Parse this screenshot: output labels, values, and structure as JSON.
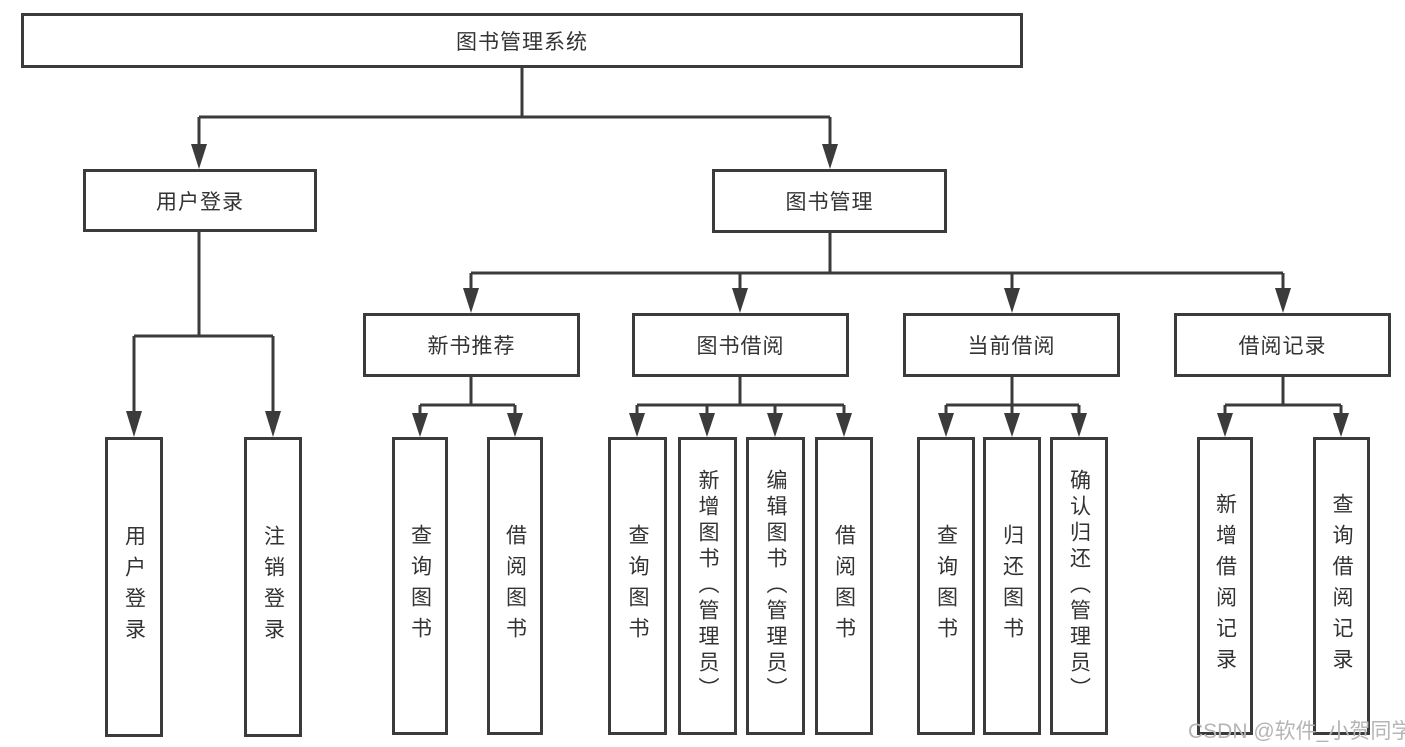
{
  "diagram_title": "图书管理系统",
  "tree": {
    "label": "图书管理系统",
    "children": [
      {
        "label": "用户登录",
        "children": [
          {
            "label": "用户登录"
          },
          {
            "label": "注销登录"
          }
        ]
      },
      {
        "label": "图书管理",
        "children": [
          {
            "label": "新书推荐",
            "children": [
              {
                "label": "查询图书"
              },
              {
                "label": "借阅图书"
              }
            ]
          },
          {
            "label": "图书借阅",
            "children": [
              {
                "label": "查询图书"
              },
              {
                "label": "新增图书（管理员）"
              },
              {
                "label": "编辑图书（管理员）"
              },
              {
                "label": "借阅图书"
              }
            ]
          },
          {
            "label": "当前借阅",
            "children": [
              {
                "label": "查询图书"
              },
              {
                "label": "归还图书"
              },
              {
                "label": "确认归还（管理员）"
              }
            ]
          },
          {
            "label": "借阅记录",
            "children": [
              {
                "label": "新增借阅记录"
              },
              {
                "label": "查询借阅记录"
              }
            ]
          }
        ]
      }
    ]
  },
  "watermark": {
    "text": "CSDN @软件_小贺同学"
  },
  "colors": {
    "line": "#3b3b3b",
    "text": "#333333",
    "watermark": "#b5b5b5",
    "background": "#ffffff"
  }
}
